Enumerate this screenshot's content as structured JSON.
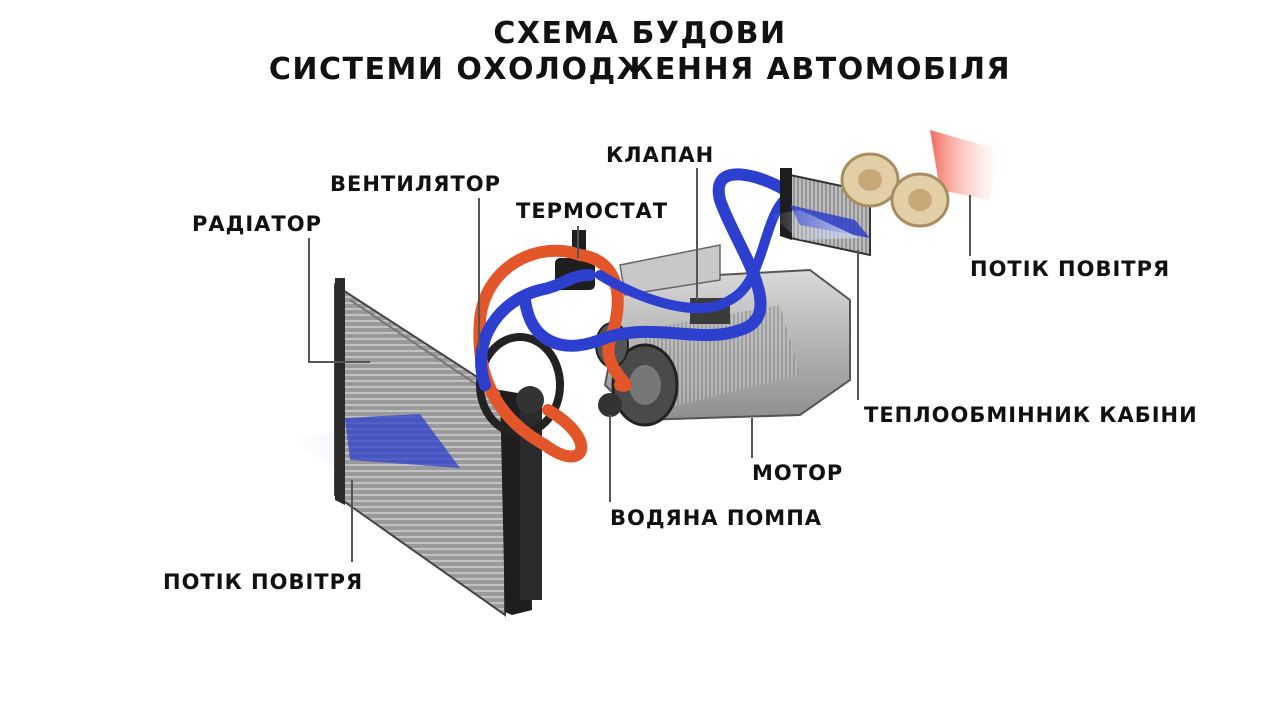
{
  "title": {
    "line1": "СХЕМА БУДОВИ",
    "line2": "СИСТЕМИ ОХОЛОДЖЕННЯ АВТОМОБІЛЯ"
  },
  "labels": {
    "radiator": "РАДІАТОР",
    "fan": "ВЕНТИЛЯТОР",
    "thermostat": "ТЕРМОСТАТ",
    "valve": "КЛАПАН",
    "airflow_right": "ПОТІК ПОВІТРЯ",
    "heater_core": "ТЕПЛООБМІННИК КАБІНИ",
    "engine": "МОТОР",
    "water_pump": "ВОДЯНА ПОМПА",
    "airflow_left": "ПОТІК ПОВІТРЯ"
  },
  "colors": {
    "hot_hose": "#e2562a",
    "cold_hose": "#2c3fcf",
    "leader_line": "#555555",
    "text": "#111111"
  }
}
